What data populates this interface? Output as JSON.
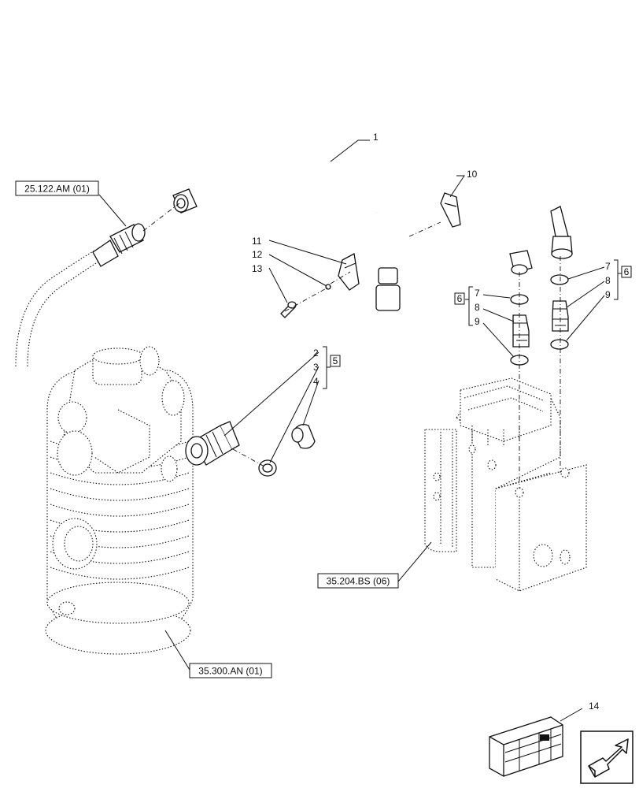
{
  "references": {
    "engine": "25.122.AM (01)",
    "filter": "35.300.AN (01)",
    "valve": "35.204.BS (06)"
  },
  "item_labels": {
    "i1": "1",
    "i2": "2",
    "i3": "3",
    "i4": "4",
    "i5": "5",
    "i6a": "6",
    "i6b": "6",
    "i7a": "7",
    "i7b": "7",
    "i8a": "8",
    "i8b": "8",
    "i9a": "9",
    "i9b": "9",
    "i10": "10",
    "i11": "11",
    "i12": "12",
    "i13": "13",
    "i14": "14"
  },
  "icons": {
    "nav": "next-page-arrow-icon"
  }
}
